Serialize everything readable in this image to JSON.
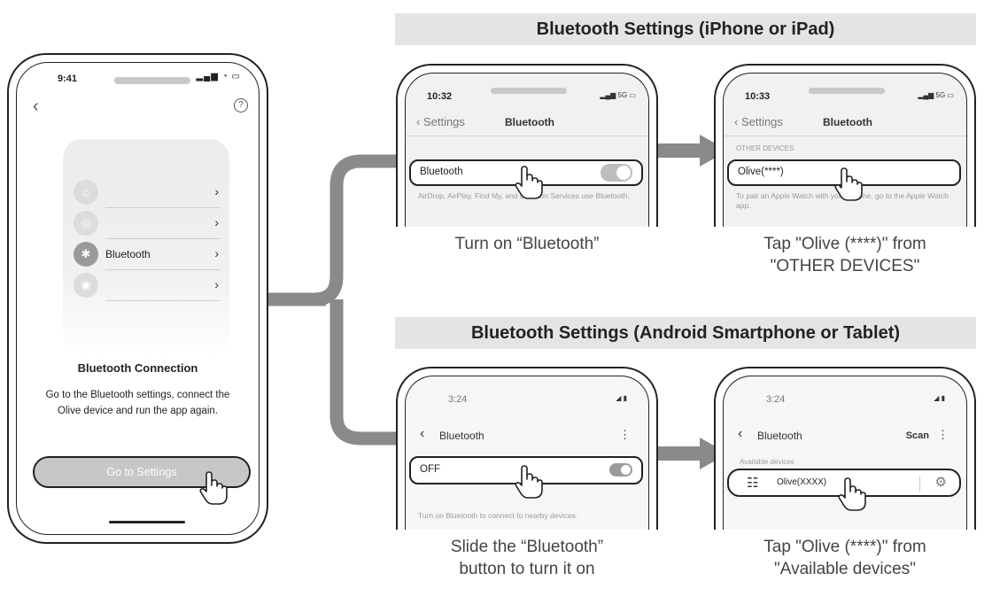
{
  "main_phone": {
    "time": "9:41",
    "status_icons": "▂▄▆ ◔ ▭",
    "back_icon": "‹",
    "help_icon": "?",
    "menu": [
      {
        "label": "",
        "icon": "⌂"
      },
      {
        "label": "",
        "icon": "◎"
      },
      {
        "label": "Bluetooth",
        "icon": "✱"
      },
      {
        "label": "",
        "icon": "◉"
      }
    ],
    "chevron": "›",
    "title": "Bluetooth Connection",
    "description": "Go to the Bluetooth settings, connect the Olive device and run the app again.",
    "button": "Go to Settings"
  },
  "sections": {
    "ios_header": "Bluetooth Settings (iPhone or iPad)",
    "android_header": "Bluetooth Settings (Android Smartphone or Tablet)"
  },
  "ios_step1": {
    "time": "10:32",
    "status": "▂▄▆ 5G ▭",
    "back_label": "‹ Settings",
    "nav_title": "Bluetooth",
    "row_label": "Bluetooth",
    "note": "AirDrop, AirPlay, Find My, and Location Services use Bluetooth.",
    "caption": "Turn on “Bluetooth”"
  },
  "ios_step2": {
    "time": "10:33",
    "status": "▂▄▆ 5G ▭",
    "back_label": "‹ Settings",
    "nav_title": "Bluetooth",
    "section_label": "OTHER DEVICES",
    "row_label": "Olive(****)",
    "note": "To pair an Apple Watch with your iPhone, go to the Apple Watch app.",
    "caption_line1": "Tap \"Olive (****)\" from",
    "caption_line2": "\"OTHER DEVICES\""
  },
  "android_step1": {
    "time": "3:24",
    "status": "◢ ▮",
    "back_icon": "‹",
    "nav_title": "Bluetooth",
    "menu_icon": "⋮",
    "row_label": "OFF",
    "note": "Turn on Bluetooth to connect to nearby devices.",
    "caption_line1": "Slide the “Bluetooth”",
    "caption_line2": "button to turn it on"
  },
  "android_step2": {
    "time": "3:24",
    "status": "◢ ▮",
    "back_icon": "‹",
    "nav_title": "Bluetooth",
    "scan_label": "Scan",
    "menu_icon": "⋮",
    "section_label": "Available devices",
    "device_icon": "☷",
    "row_label": "Olive(XXXX)",
    "gear_icon": "⚙",
    "caption_line1": "Tap \"Olive (****)\" from",
    "caption_line2": "\"Available devices\""
  },
  "colors": {
    "connector": "#8a8a8a",
    "header_bg": "#e4e4e4",
    "button_bg": "#c7c7c7"
  }
}
